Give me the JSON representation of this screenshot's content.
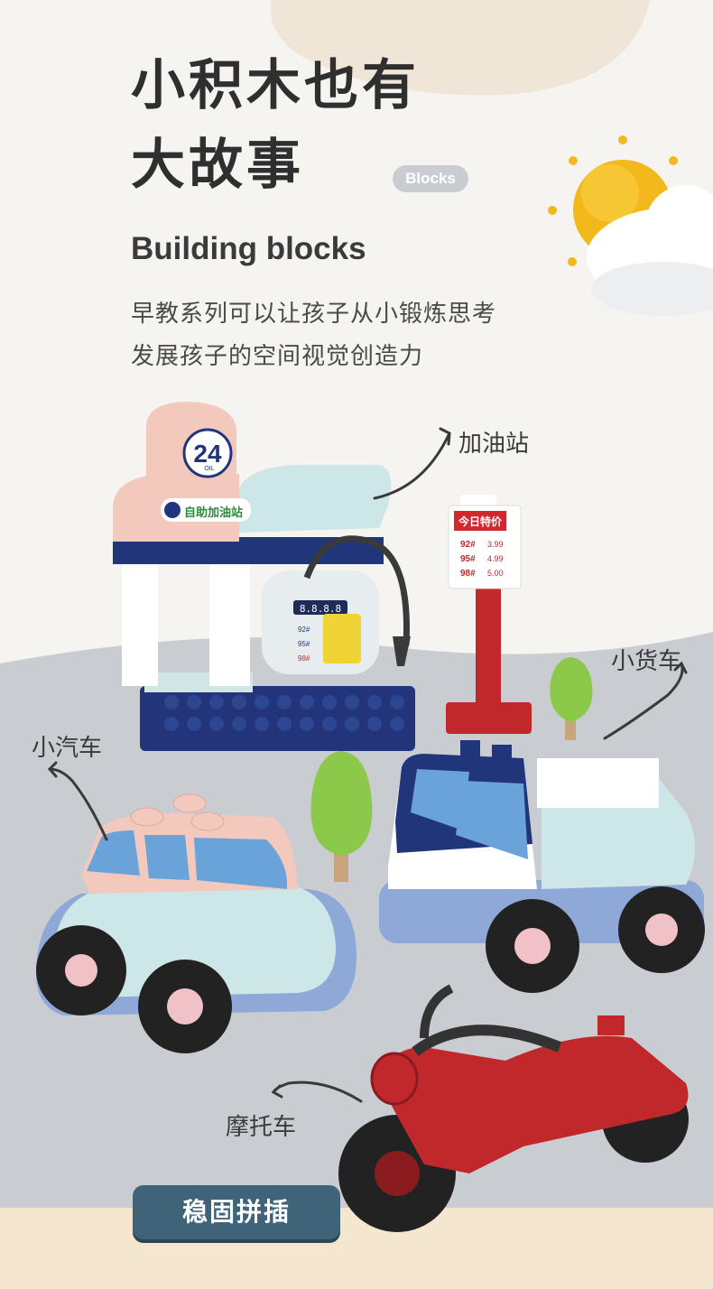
{
  "headline": {
    "line1": "小积木也有",
    "line2": "大故事",
    "badge": "Blocks"
  },
  "subtitle": "Building blocks",
  "description": {
    "line1": "早教系列可以让孩子从小锻炼思考",
    "line2": "发展孩子的空间视觉创造力"
  },
  "product_labels": {
    "gas_station": "加油站",
    "truck": "小货车",
    "car": "小汽车",
    "motorcycle": "摩托车"
  },
  "gas_station": {
    "sign_number": "24",
    "sign_sub": "OIL",
    "banner": "自助加油站",
    "pump_display": "8.8.8.8",
    "pump_labels": [
      "92#",
      "95#",
      "98#"
    ],
    "price_board_title": "今日特价",
    "prices": [
      {
        "grade": "92#",
        "price": "3.99"
      },
      {
        "grade": "95#",
        "price": "4.99"
      },
      {
        "grade": "98#",
        "price": "5.00"
      }
    ]
  },
  "feature_button": "稳固拼插",
  "colors": {
    "background": "#f6f4f1",
    "ground": "#c8ccd1",
    "top_blob": "#efe6d8",
    "button": "#3f6479",
    "headline": "#2f2f2f",
    "sun": "#f3b81c"
  }
}
